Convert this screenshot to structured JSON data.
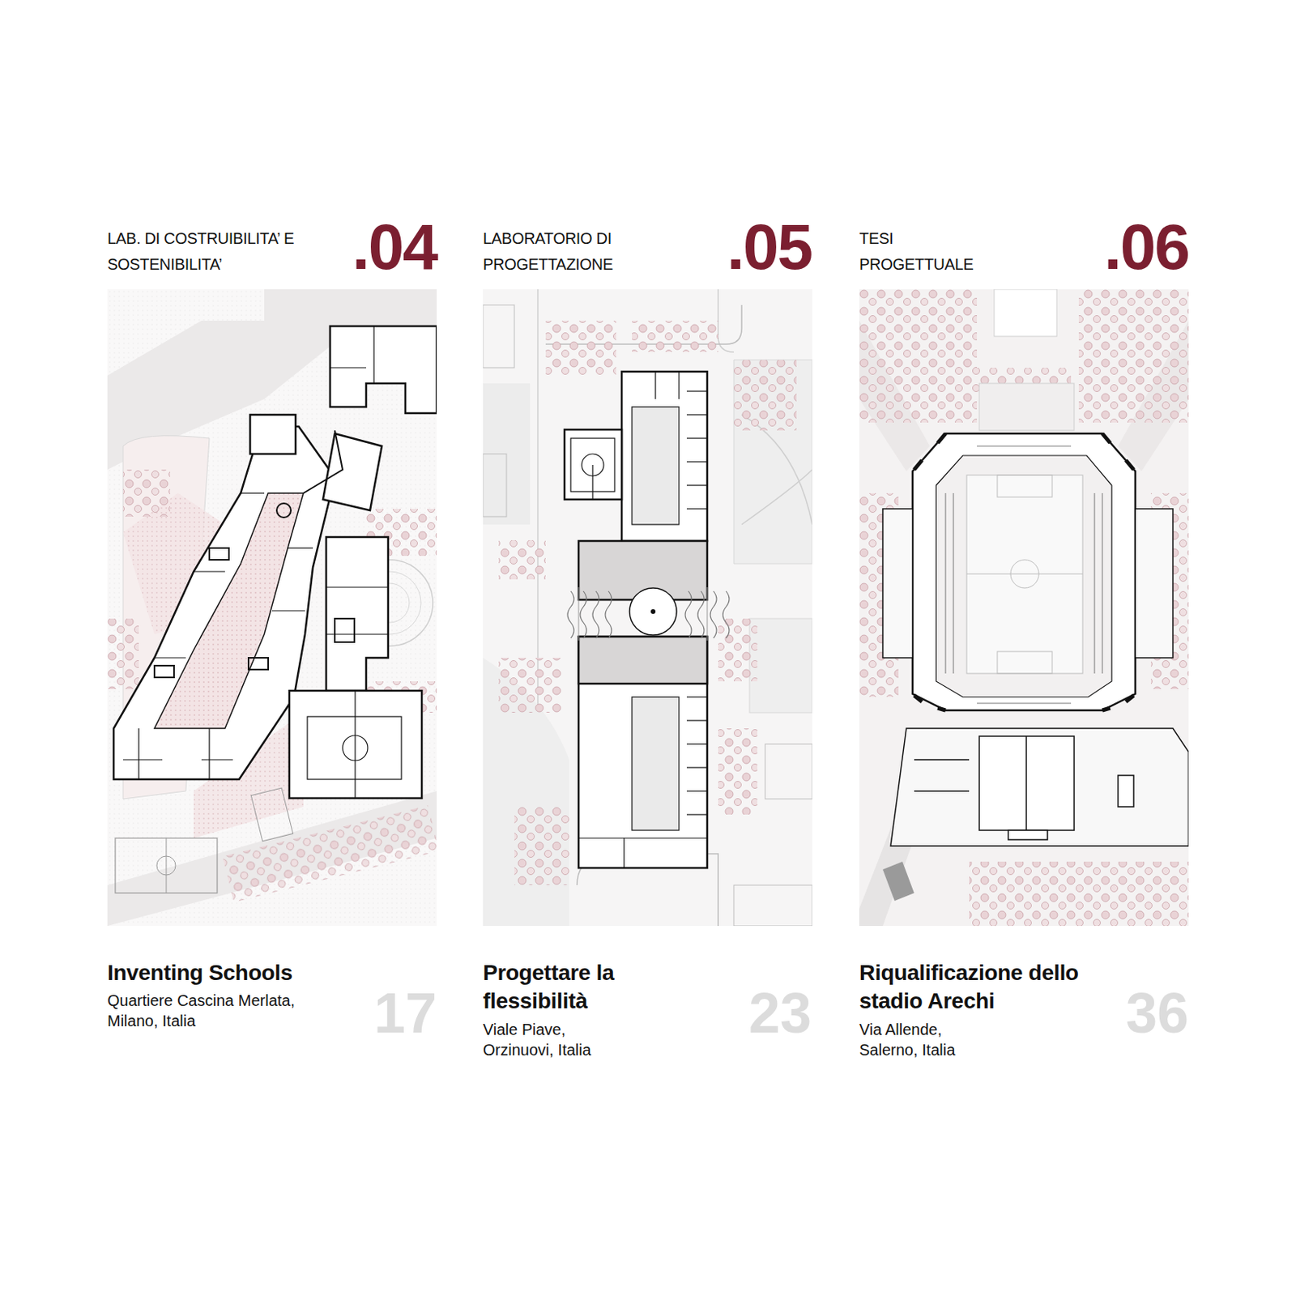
{
  "diagram": {
    "labels": [
      "LAB. DI COSTRUIBILITA’ E SOSTENIBILITA’",
      ".04",
      "LABORATORIO DI PROGETTAZIONE",
      ".05",
      "TESI PROGETTUALE",
      ".06",
      "Inventing Schools",
      "Quartiere Cascina Merlata, Milano, Italia",
      "17",
      "Progettare la flessibilità",
      "Viale Piave, Orzinuovi, Italia",
      "23",
      "Riqualificazione dello stadio Arechi",
      "Via Allende, Salerno, Italia",
      "36"
    ]
  }
}
